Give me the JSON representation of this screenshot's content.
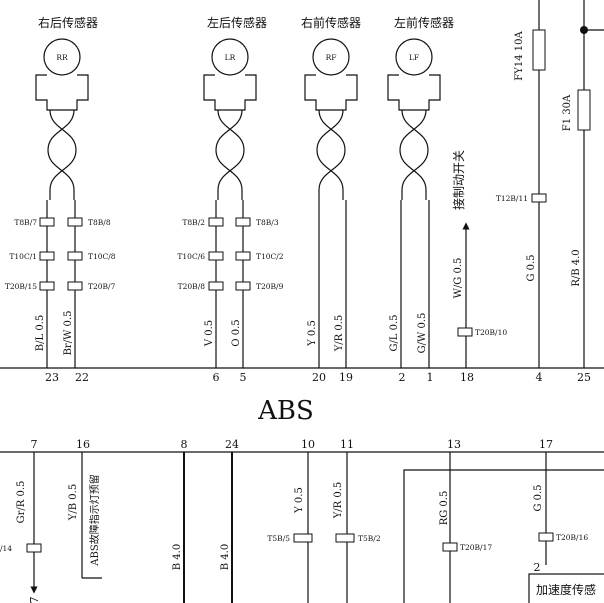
{
  "sensors": [
    {
      "title": "右后传感器",
      "code": "RR",
      "left_conn": [
        "T8B/7",
        "T10C/1",
        "T20B/15"
      ],
      "right_conn": [
        "T8B/8",
        "T10C/8",
        "T20B/7"
      ],
      "left_wire": "B/L 0.5",
      "right_wire": "Br/W 0.5",
      "left_pin": "23",
      "right_pin": "22"
    },
    {
      "title": "左后传感器",
      "code": "LR",
      "left_conn": [
        "T8B/2",
        "T10C/6",
        "T20B/8"
      ],
      "right_conn": [
        "T8B/3",
        "T10C/2",
        "T20B/9"
      ],
      "left_wire": "V 0.5",
      "right_wire": "O 0.5",
      "left_pin": "6",
      "right_pin": "5"
    },
    {
      "title": "右前传感器",
      "code": "RF",
      "left_wire": "Y 0.5",
      "right_wire": "Y/R 0.5",
      "left_pin": "20",
      "right_pin": "19"
    },
    {
      "title": "左前传感器",
      "code": "LF",
      "left_wire": "G/L 0.5",
      "right_wire": "G/W 0.5",
      "left_pin": "2",
      "right_pin": "1"
    }
  ],
  "brake_switch": {
    "label": "接制动开关",
    "wire": "W/G 0.5",
    "conn": "T20B/10",
    "pin": "18"
  },
  "fuse_top": {
    "fuse": "FY14 10A",
    "wire": "G 0.5",
    "conn": "T12B/11",
    "pin": "4"
  },
  "fuse_right": {
    "fuse": "F1 30A",
    "wire": "R/B 4.0",
    "pin": "25"
  },
  "module_label": "ABS",
  "bottom_pins": [
    "7",
    "16",
    "8",
    "24",
    "10",
    "11",
    "13",
    "17"
  ],
  "bottom": {
    "gr_wire": "Gr/R 0.5",
    "gr_conn": "/14",
    "gr_arrow_num": "7",
    "yb_wire": "Y/B 0.5",
    "yb_note": "ABS故障指示灯预留",
    "b1_wire": "B 4.0",
    "b2_wire": "B 4.0",
    "y_wire": "Y 0.5",
    "y_conn": "T5B/5",
    "yr_wire": "Y/R 0.5",
    "yr_conn": "T5B/2",
    "rg_wire": "RG 0.5",
    "rg_conn": "T20B/17",
    "g_wire": "G 0.5",
    "g_conn": "T20B/16",
    "accel_num": "2",
    "accel_label": "加速度传感"
  }
}
